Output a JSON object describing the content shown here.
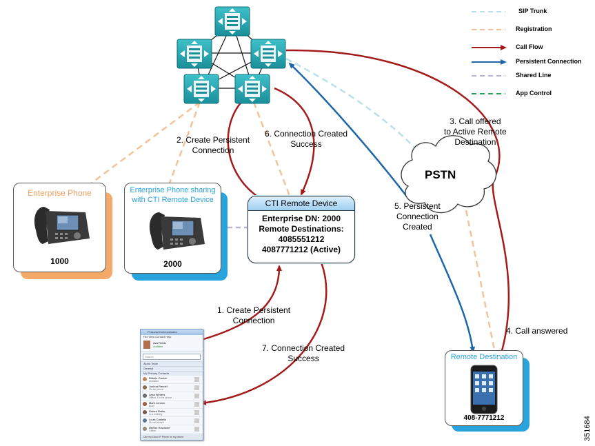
{
  "legend": {
    "items": [
      {
        "label": "SIP Trunk",
        "color": "#b9e0ea",
        "style": "dashed"
      },
      {
        "label": "Registration",
        "color": "#f2c39a",
        "style": "dashed"
      },
      {
        "label": "Call Flow",
        "color": "#a31a1a",
        "style": "arrow"
      },
      {
        "label": "Persistent Connection",
        "color": "#1f66a8",
        "style": "arrow"
      },
      {
        "label": "Shared Line",
        "color": "#b9b3d6",
        "style": "dashed"
      },
      {
        "label": "App Control",
        "color": "#2aa05a",
        "style": "dashed"
      }
    ]
  },
  "devices": {
    "enterprise_phone": {
      "title": "Enterprise Phone",
      "number": "1000",
      "accent": "#f0a060"
    },
    "shared_phone": {
      "title_line1": "Enterprise Phone sharing",
      "title_line2": "with CTI Remote Device",
      "number": "2000",
      "accent": "#29a3dc"
    },
    "cti": {
      "title": "CTI Remote Device",
      "lines": [
        "Enterprise DN: 2000",
        "Remote Destinations:",
        "4085551212",
        "4087771212 (Active)"
      ]
    },
    "remote_destination": {
      "title": "Remote Destination",
      "number": "408-7771212",
      "accent": "#29a3dc"
    },
    "pstn": "PSTN"
  },
  "steps": {
    "s1": [
      "1. Create Persistent",
      "Connection"
    ],
    "s2": [
      "2. Create Persistent",
      "Connection"
    ],
    "s3": [
      "3. Call offered",
      "to Active Remote",
      "Destination"
    ],
    "s4": [
      "4. Call answered"
    ],
    "s5": [
      "5. Persistent",
      "Connection",
      "Created"
    ],
    "s6": [
      "6. Connection Created",
      "Success"
    ],
    "s7": [
      "7. Connection Created",
      "Success"
    ]
  },
  "app": {
    "title": "Personal Communicator",
    "menu": "File   View   Contact   Help",
    "user_name": "Ava Fields",
    "user_status": "Available",
    "search_placeholder": "Search",
    "groups": [
      "Alpha Team",
      "General",
      "My Primary Contacts"
    ],
    "contacts": [
      {
        "name": "Bobbie Carrick",
        "status": "Available",
        "color": "#c28a5a"
      },
      {
        "name": "Joshua Randel",
        "status": "On the phone",
        "color": "#8a6a4a"
      },
      {
        "name": "Lesa Winters",
        "status": "Offline, On the phone",
        "color": "#6a6a6a"
      },
      {
        "name": "Mark Lennon",
        "status": "Busy",
        "color": "#a35a3a"
      },
      {
        "name": "Robert Butler",
        "status": "In a meeting",
        "color": "#7a5a4a"
      },
      {
        "name": "Louis Castello",
        "status": "Do not disturb",
        "color": "#5a7a9a"
      },
      {
        "name": "Denise Rowanne",
        "status": "Offline",
        "color": "#9a8a7a"
      }
    ],
    "footer": "Use my Cisco IP Phone for my phone"
  },
  "figure_id": "351684"
}
